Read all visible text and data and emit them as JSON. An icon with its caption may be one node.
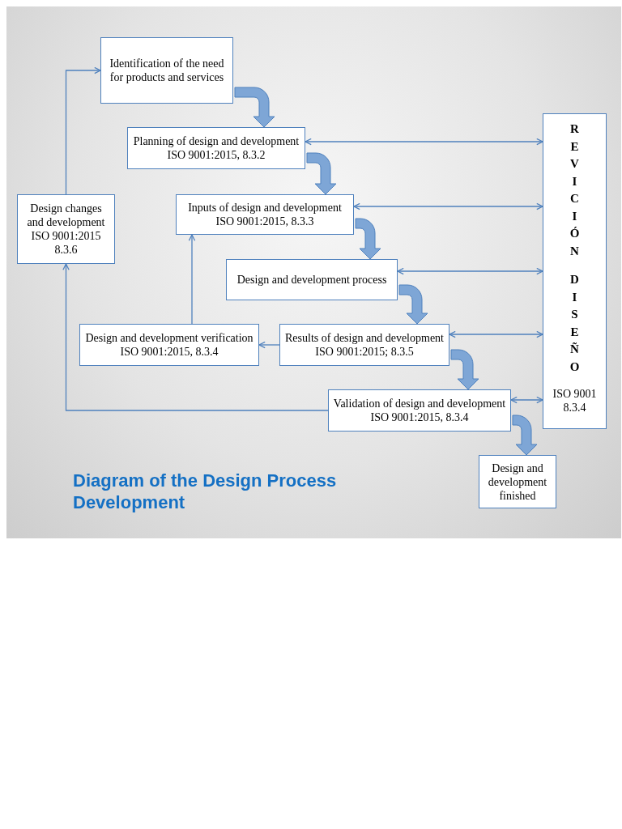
{
  "diagram": {
    "title": "Diagram of the Design Process Development",
    "nodes": [
      {
        "text": [
          "Identification of the need for products and services"
        ]
      },
      {
        "text": [
          "Planning of design and development",
          "ISO 9001:2015, 8.3.2"
        ]
      },
      {
        "text": [
          "Inputs of design and development",
          "ISO 9001:2015, 8.3.3"
        ]
      },
      {
        "text": [
          "Design and development process"
        ]
      },
      {
        "text": [
          "Design changes and development",
          "ISO 9001:2015 8.3.6"
        ]
      },
      {
        "text": [
          "Design and development verification",
          "ISO 9001:2015, 8.3.4"
        ]
      },
      {
        "text": [
          "Results of design and development",
          "ISO 9001:2015; 8.3.5"
        ]
      },
      {
        "text": [
          "Validation of design and development",
          "ISO 9001:2015, 8.3.4"
        ]
      },
      {
        "text": [
          "Design and development finished"
        ]
      },
      {
        "text": [
          "REVICIÓN",
          "DISEÑO",
          "ISO 9001 8.3.4"
        ]
      }
    ],
    "edges": [
      {
        "from": 0,
        "to": 1,
        "arrow": "to",
        "style": "thick"
      },
      {
        "from": 1,
        "to": 2,
        "arrow": "to",
        "style": "thick"
      },
      {
        "from": 2,
        "to": 3,
        "arrow": "to",
        "style": "thick"
      },
      {
        "from": 3,
        "to": 6,
        "arrow": "to",
        "style": "thick"
      },
      {
        "from": 6,
        "to": 7,
        "arrow": "to",
        "style": "thick"
      },
      {
        "from": 7,
        "to": 8,
        "arrow": "to",
        "style": "thick"
      },
      {
        "from": 4,
        "to": 0,
        "arrow": "to"
      },
      {
        "from": 7,
        "to": 4,
        "arrow": "to"
      },
      {
        "from": 6,
        "to": 5,
        "arrow": "to"
      },
      {
        "from": 5,
        "to": 2,
        "arrow": "to"
      },
      {
        "from": 1,
        "to": 9,
        "arrow": "both"
      },
      {
        "from": 2,
        "to": 9,
        "arrow": "both"
      },
      {
        "from": 3,
        "to": 9,
        "arrow": "both"
      },
      {
        "from": 6,
        "to": 9,
        "arrow": "both"
      },
      {
        "from": 7,
        "to": 9,
        "arrow": "both"
      }
    ]
  }
}
